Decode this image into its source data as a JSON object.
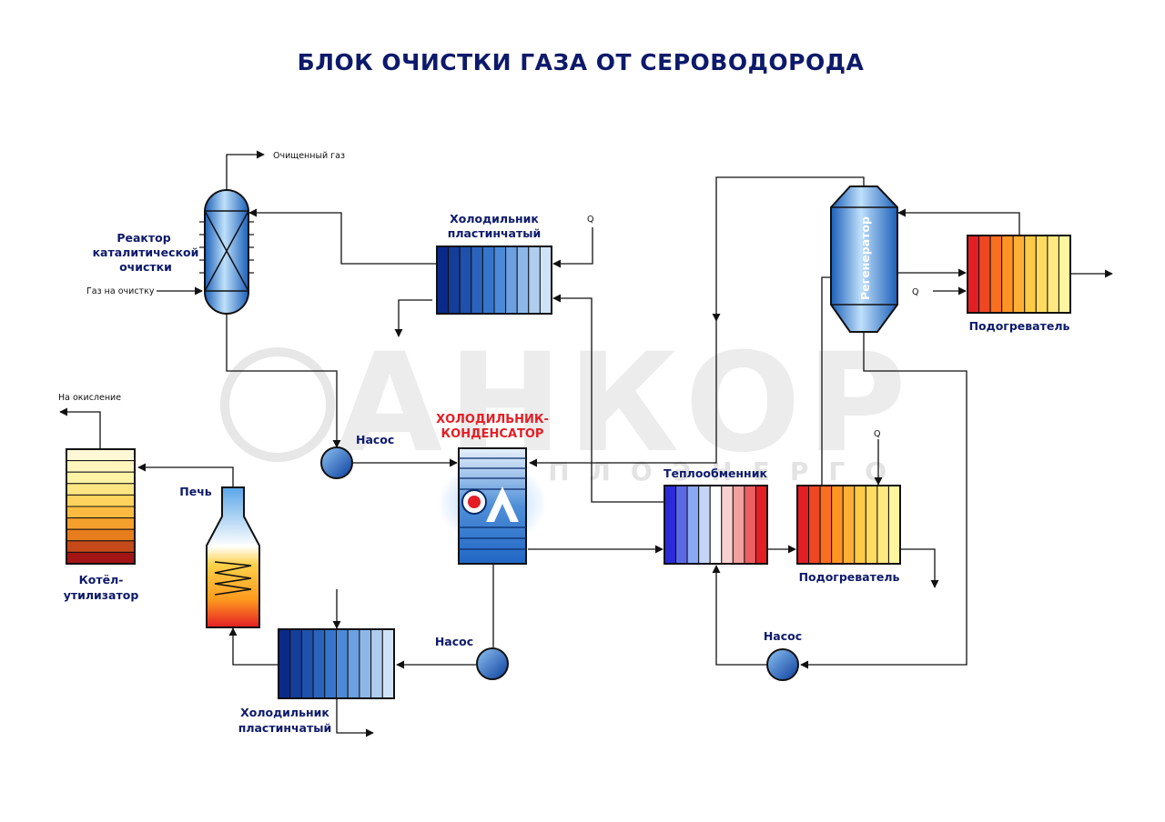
{
  "title": "БЛОК ОЧИСТКИ ГАЗА ОТ СЕРОВОДОРОДА",
  "watermark": {
    "brand": "АНКОР",
    "sub": "ТЕПЛОЭНЕРГО"
  },
  "colors": {
    "title": "#0d1a6b",
    "highlight": "#e41e25",
    "cold_dark": "#0a2a8a",
    "cold_light": "#cfe3f7",
    "hot_red": "#e41e25",
    "hot_yellow": "#fff4a0"
  },
  "equipment": {
    "reactor": {
      "label_lines": [
        "Реактор",
        "каталитической",
        "очистки"
      ]
    },
    "regenerator": {
      "label": "Регенератор"
    },
    "cooler_top": {
      "label_lines": [
        "Холодильник",
        "пластинчатый"
      ]
    },
    "cooler_bottom": {
      "label_lines": [
        "Холодильник",
        "пластинчатый"
      ]
    },
    "condenser": {
      "label_lines": [
        "ХОЛОДИЛЬНИК-",
        "КОНДЕНСАТОР"
      ]
    },
    "heat_exchanger": {
      "label": "Теплообменник"
    },
    "heater_top": {
      "label": "Подогреватель"
    },
    "heater_mid": {
      "label": "Подогреватель"
    },
    "boiler": {
      "label_lines": [
        "Котёл-",
        "утилизатор"
      ]
    },
    "furnace": {
      "label": "Печь"
    },
    "pump_1": {
      "label": "Насос"
    },
    "pump_2": {
      "label": "Насос"
    },
    "pump_3": {
      "label": "Насос"
    }
  },
  "streams": {
    "clean_gas": "Очищенный газ",
    "gas_in": "Газ на очистку",
    "to_oxidation": "На окисление",
    "q": "Q"
  }
}
